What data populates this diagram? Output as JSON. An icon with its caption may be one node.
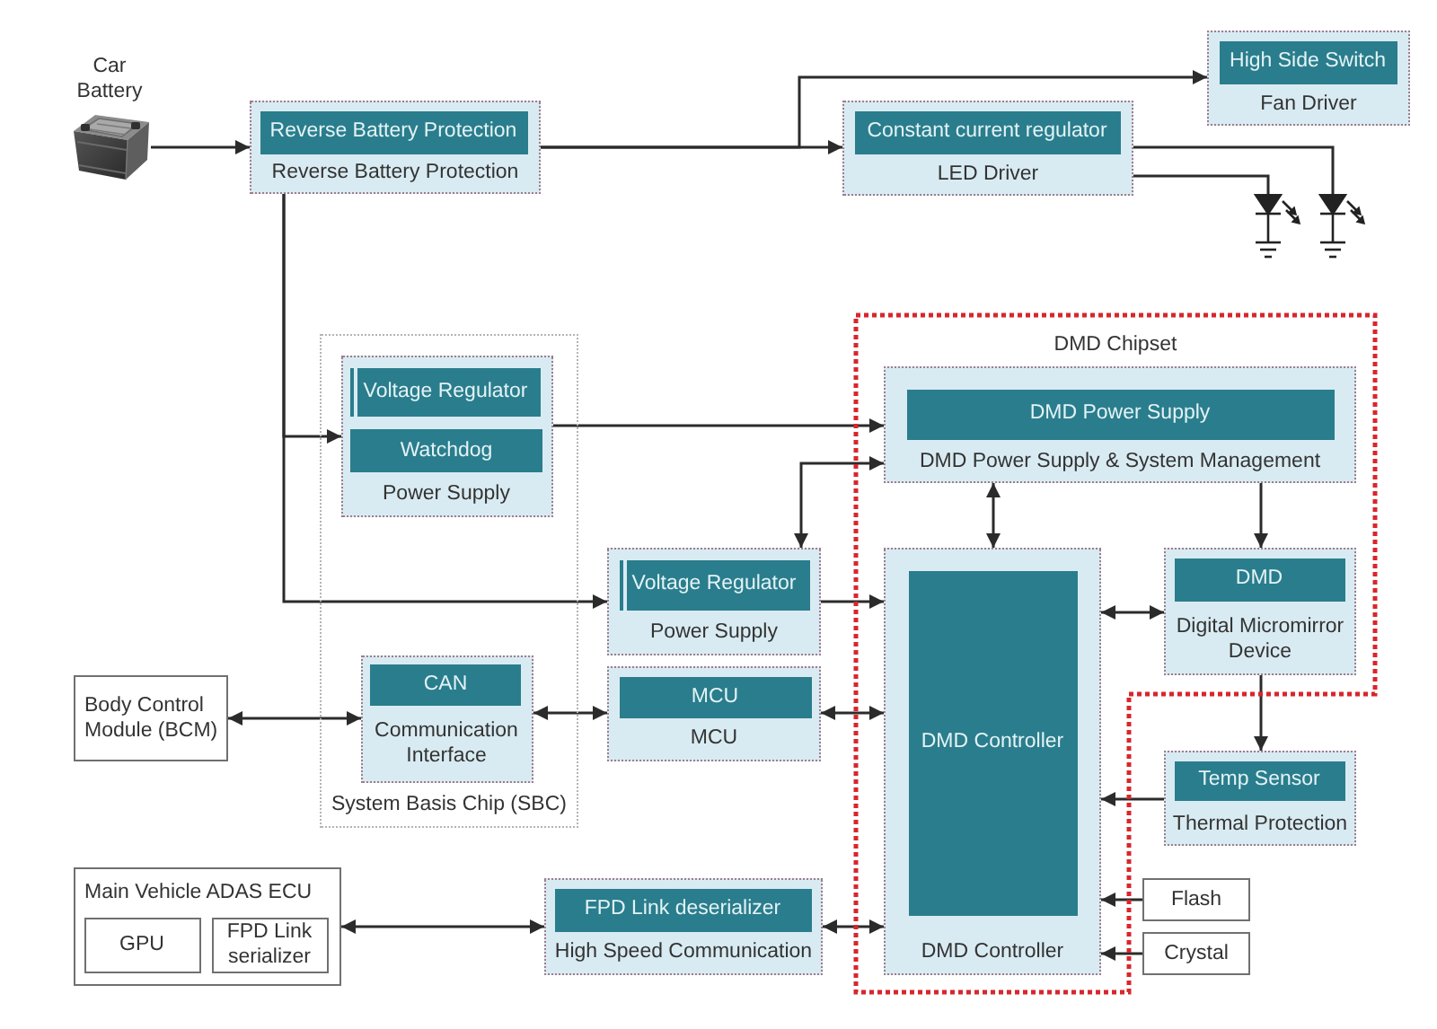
{
  "diagram": {
    "nodes": [
      {
        "text": [],
        "shape": "picture",
        "beside": [
          "Car Battery"
        ]
      },
      {
        "text": [
          "Reverse Battery Protection"
        ]
      },
      {
        "text": [
          "Reverse Battery Protection"
        ],
        "in": 1
      },
      {
        "text": [
          "Fan Driver"
        ]
      },
      {
        "text": [
          "High Side Switch"
        ],
        "in": 3
      },
      {
        "text": [
          "LED Driver"
        ]
      },
      {
        "text": [
          "Constant current regulator"
        ],
        "in": 5
      },
      {
        "text": [],
        "shape": "diode"
      },
      {
        "text": [],
        "shape": "diode"
      },
      {
        "text": [
          "System Basis Chip (SBC)"
        ]
      },
      {
        "text": [
          "Power Supply"
        ],
        "in": 9
      },
      {
        "text": [
          "Voltage Regulator"
        ],
        "in": 10
      },
      {
        "text": [
          "Watchdog"
        ],
        "in": 10
      },
      {
        "text": [
          "Communication Interface"
        ],
        "in": 9
      },
      {
        "text": [
          "CAN"
        ],
        "in": 13
      },
      {
        "text": [
          "DMD Chipset"
        ]
      },
      {
        "text": [
          "DMD Power Supply & System Management"
        ],
        "in": 15
      },
      {
        "text": [
          "DMD Power Supply"
        ],
        "in": 16
      },
      {
        "text": [
          "DMD Controller"
        ],
        "in": 15
      },
      {
        "text": [
          "DMD Controller"
        ],
        "in": 18
      },
      {
        "text": [
          "Digital Micromirror Device"
        ],
        "in": 15
      },
      {
        "text": [
          "DMD"
        ],
        "in": 20
      },
      {
        "text": [
          "Thermal Protection"
        ]
      },
      {
        "text": [
          "Temp Sensor"
        ],
        "in": 22
      },
      {
        "text": [
          "Flash"
        ]
      },
      {
        "text": [
          "Crystal"
        ]
      },
      {
        "text": [
          "Power Supply"
        ]
      },
      {
        "text": [
          "Voltage Regulator"
        ],
        "in": 26
      },
      {
        "text": [
          "MCU"
        ]
      },
      {
        "text": [
          "MCU"
        ],
        "in": 28
      },
      {
        "text": [
          "Body Control Module (BCM)"
        ]
      },
      {
        "text": [
          "Main Vehicle ADAS ECU"
        ]
      },
      {
        "text": [
          "GPU"
        ],
        "in": 31
      },
      {
        "text": [
          "FPD Link serializer"
        ],
        "in": 31
      },
      {
        "text": [
          "High Speed Communication"
        ]
      },
      {
        "text": [
          "FPD Link deserializer"
        ],
        "in": 34
      }
    ],
    "edges": [
      {
        "from": 0,
        "to": 1,
        "arrow": "to"
      },
      {
        "from": 1,
        "to": 3,
        "arrow": "to"
      },
      {
        "from": 1,
        "to": 5,
        "arrow": "to"
      },
      {
        "from": 1,
        "to": 10,
        "arrow": "to"
      },
      {
        "from": 1,
        "to": 26,
        "arrow": "to"
      },
      {
        "from": 5,
        "to": 7,
        "arrow": "none"
      },
      {
        "from": 5,
        "to": 8,
        "arrow": "none"
      },
      {
        "from": 10,
        "to": 16,
        "arrow": "to"
      },
      {
        "from": 16,
        "to": 26,
        "arrow": "both"
      },
      {
        "from": 16,
        "to": 18,
        "arrow": "both"
      },
      {
        "from": 16,
        "to": 20,
        "arrow": "to"
      },
      {
        "from": 26,
        "to": 18,
        "arrow": "to"
      },
      {
        "from": 30,
        "to": 13,
        "arrow": "both"
      },
      {
        "from": 13,
        "to": 28,
        "arrow": "both"
      },
      {
        "from": 28,
        "to": 18,
        "arrow": "both"
      },
      {
        "from": 18,
        "to": 20,
        "arrow": "both"
      },
      {
        "from": 20,
        "to": 22,
        "arrow": "to"
      },
      {
        "from": 22,
        "to": 18,
        "arrow": "to"
      },
      {
        "from": 24,
        "to": 18,
        "arrow": "to"
      },
      {
        "from": 25,
        "to": 18,
        "arrow": "to"
      },
      {
        "from": 31,
        "to": 34,
        "arrow": "both"
      },
      {
        "from": 34,
        "to": 18,
        "arrow": "both"
      }
    ]
  }
}
